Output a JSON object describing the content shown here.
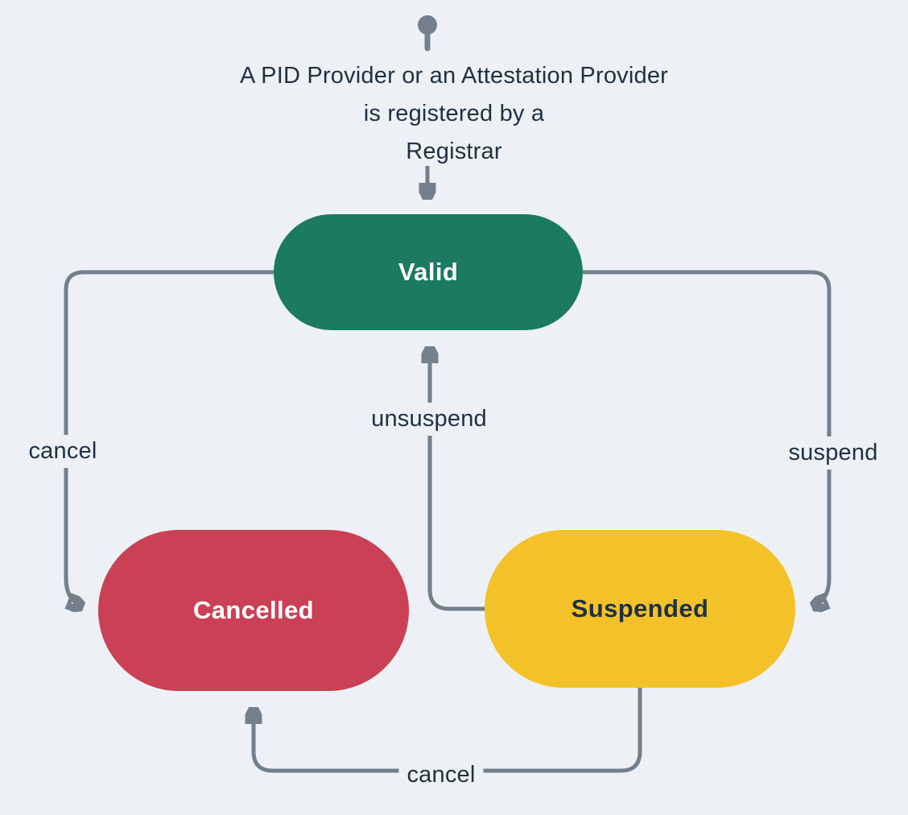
{
  "colors": {
    "background": "#edf1f5",
    "line": "#73808c",
    "text": "#1f3044",
    "valid_fill": "#1c7a5e",
    "valid_text": "#ffffff",
    "cancelled_fill": "#ca4155",
    "cancelled_text": "#ffffff",
    "suspended_fill": "#f3c229",
    "suspended_text": "#1f3044"
  },
  "start": {
    "lines": [
      "A PID Provider or an Attestation Provider",
      "is registered by a",
      "Registrar"
    ]
  },
  "states": [
    {
      "id": "valid",
      "label": "Valid"
    },
    {
      "id": "cancelled",
      "label": "Cancelled"
    },
    {
      "id": "suspended",
      "label": "Suspended"
    }
  ],
  "transitions": [
    {
      "from": "valid",
      "to": "cancelled",
      "label": "cancel"
    },
    {
      "from": "valid",
      "to": "suspended",
      "label": "suspend"
    },
    {
      "from": "suspended",
      "to": "valid",
      "label": "unsuspend"
    },
    {
      "from": "suspended",
      "to": "cancelled",
      "label": "cancel"
    }
  ]
}
